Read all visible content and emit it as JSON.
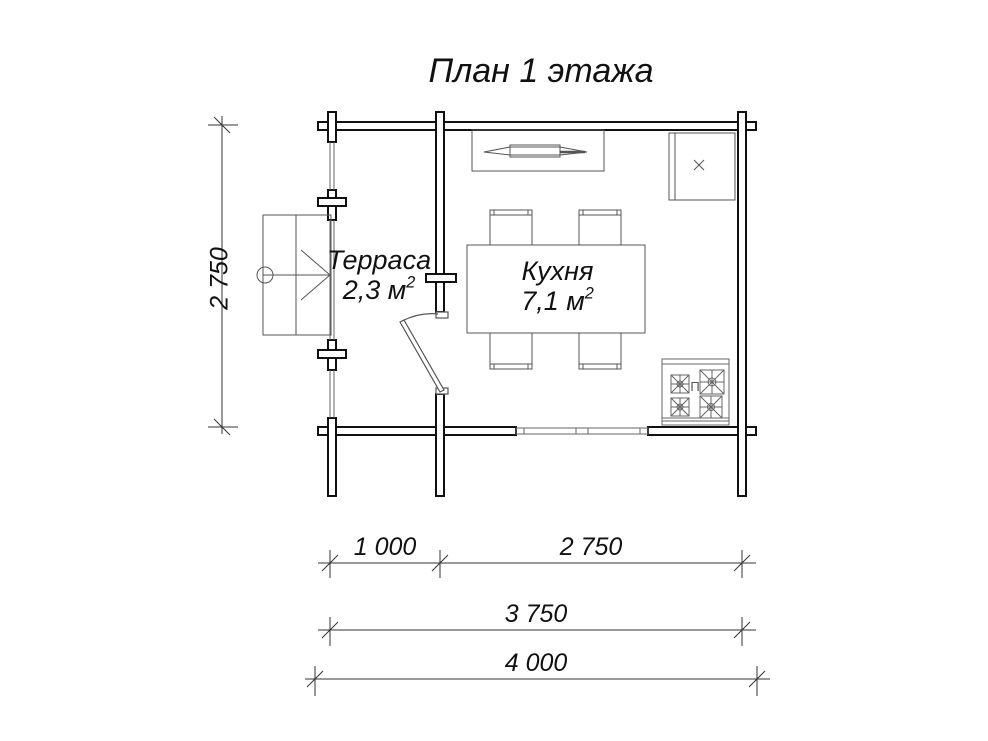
{
  "title": "План 1 этажа",
  "rooms": [
    {
      "name": "Терраса",
      "area_value": "2,3 м",
      "area_sup": "2"
    },
    {
      "name": "Кухня",
      "area_value": "7,1 м",
      "area_sup": "2"
    }
  ],
  "dimensions": {
    "vertical_left": "2 750",
    "bottom_row1_left": "1 000",
    "bottom_row1_right": "2 750",
    "bottom_row2": "3 750",
    "bottom_row3": "4 000"
  },
  "symbols": {
    "stove_label": "П",
    "fridge_mark": "×"
  },
  "colors": {
    "wall": "#111111",
    "furniture": "#555555",
    "background": "#ffffff"
  }
}
